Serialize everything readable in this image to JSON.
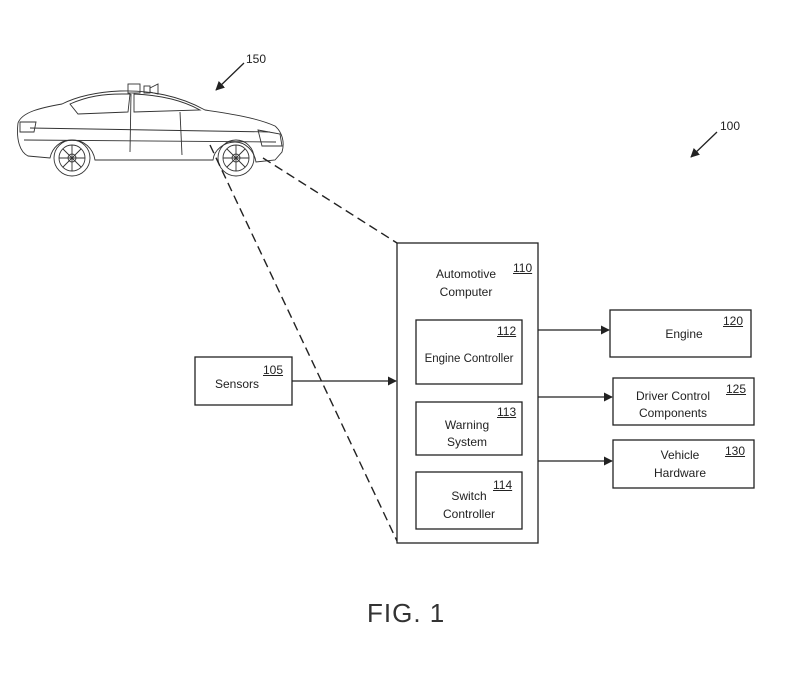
{
  "figure": {
    "caption": "FIG. 1"
  },
  "refs": {
    "system": "100",
    "vehicle": "150"
  },
  "nodes": {
    "sensors": {
      "label": "Sensors",
      "ref": "105"
    },
    "automotive_computer": {
      "label": [
        "Automotive",
        "Computer"
      ],
      "ref": "110"
    },
    "engine_controller": {
      "label": "Engine Controller",
      "ref": "112"
    },
    "warning_system": {
      "label": [
        "Warning",
        "System"
      ],
      "ref": "113"
    },
    "switch_controller": {
      "label": [
        "Switch",
        "Controller"
      ],
      "ref": "114"
    },
    "engine": {
      "label": "Engine",
      "ref": "120"
    },
    "driver_control": {
      "label": [
        "Driver Control",
        "Components"
      ],
      "ref": "125"
    },
    "vehicle_hardware": {
      "label": [
        "Vehicle",
        "Hardware"
      ],
      "ref": "130"
    }
  },
  "colors": {
    "line": "#222222",
    "background": "#ffffff"
  },
  "icons": {
    "vehicle": "sedan-car-icon"
  }
}
